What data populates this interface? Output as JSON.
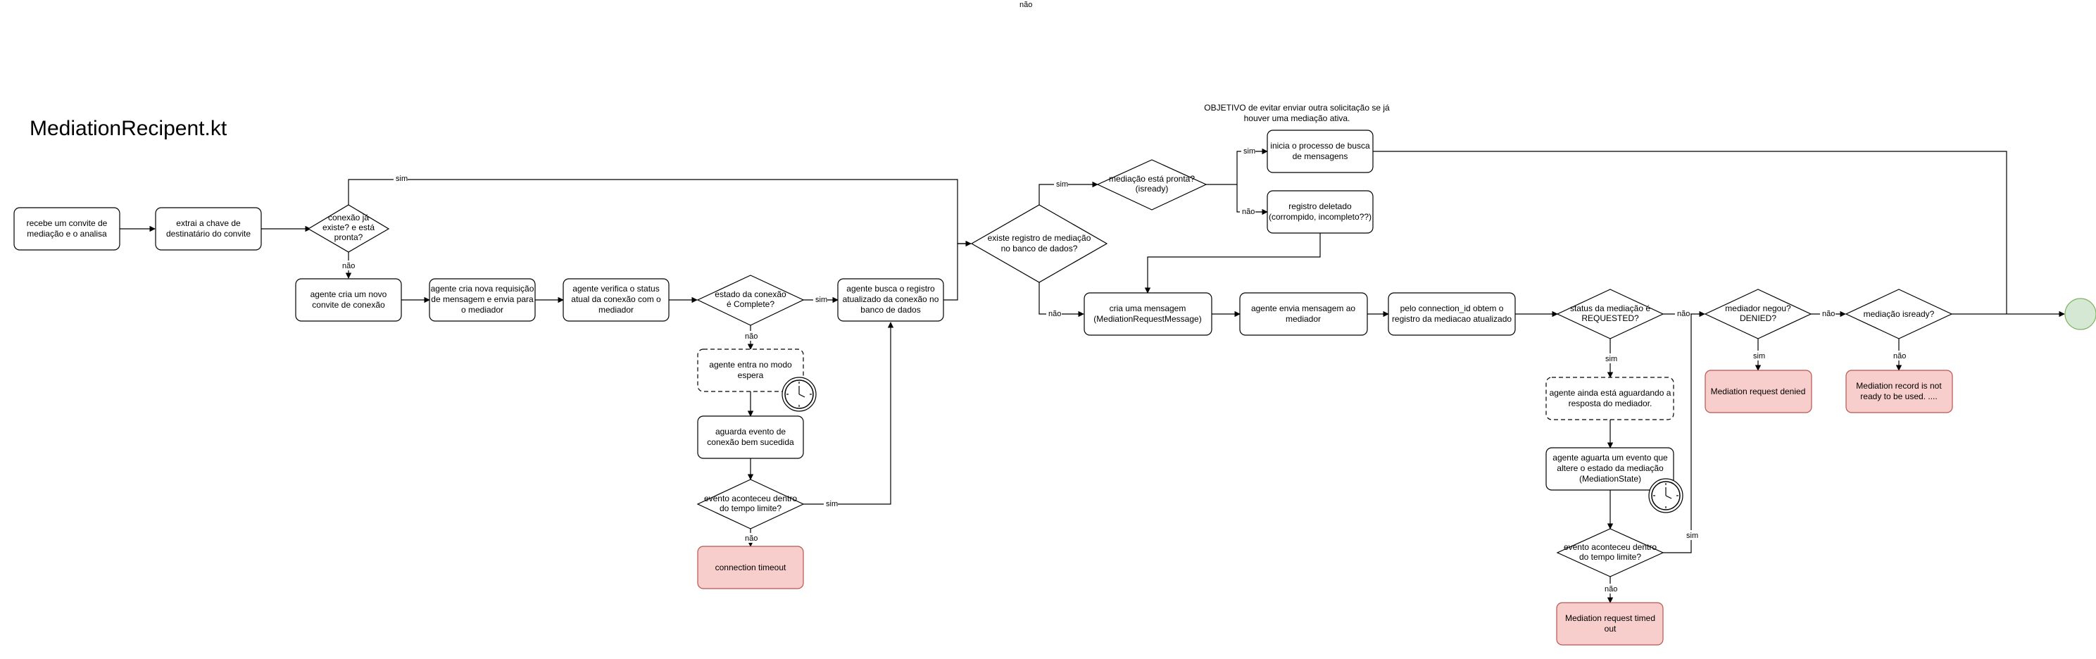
{
  "title": "MediationRecipent.kt",
  "top_label": "não",
  "note": [
    "OBJETIVO de evitar enviar outra solicitação se já",
    "houver uma mediação ativa."
  ],
  "colors": {
    "stroke": "#000000",
    "fill": "#ffffff",
    "error_fill": "#f8cecc",
    "error_stroke": "#b85450",
    "end_fill": "#d5e8d4",
    "end_stroke": "#82b366"
  },
  "icons": {
    "clock": "clock-icon"
  },
  "nodes": {
    "n1": [
      "recebe um convite de",
      "mediação e o analisa"
    ],
    "n2": [
      "extrai a chave de",
      "destinatário do convite"
    ],
    "d1": [
      "conexão já",
      "existe? e está",
      "pronta?"
    ],
    "n3": [
      "agente cria um novo",
      "convite de conexão"
    ],
    "n4": [
      "agente cria nova requisição",
      "de mensagem e envia para",
      "o mediador"
    ],
    "n5": [
      "agente verifica o status",
      "atual da conexão com o",
      "mediador"
    ],
    "d2": [
      "estado da conexão",
      "é Complete?"
    ],
    "n6": [
      "agente entra no modo",
      "espera"
    ],
    "n7": [
      "aguarda evento de",
      "conexão bem sucedida"
    ],
    "d3": [
      "evento aconteceu dentro",
      "do tempo limite?"
    ],
    "e1": [
      "connection timeout"
    ],
    "n8": [
      "agente busca o registro",
      "atualizado da conexão no",
      "banco de dados"
    ],
    "d4": [
      "existe registro de mediação",
      "no banco de dados?"
    ],
    "d5": [
      "mediação está pronta?",
      "(isready)"
    ],
    "n9": [
      "inicia o processo de busca",
      "de mensagens"
    ],
    "n10": [
      "registro deletado",
      "(corrompido, incompleto??)"
    ],
    "n11": [
      "cria uma mensagem",
      "(MediationRequestMessage)"
    ],
    "n12": [
      "agente envia mensagem ao",
      "mediador"
    ],
    "n13": [
      "pelo connection_id  obtem o",
      "registro da mediacao atualizado"
    ],
    "d6": [
      "status da mediação é",
      "REQUESTED?"
    ],
    "n14": [
      "agente ainda está aguardando a",
      "resposta do mediador."
    ],
    "n15": [
      "agente aguarta um evento que",
      "altere o estado da mediação",
      "(MediationState)"
    ],
    "d7": [
      "evento aconteceu dentro",
      "do tempo limite?"
    ],
    "e2": [
      "Mediation request timed",
      "out"
    ],
    "d8": [
      "mediador negou?",
      "DENIED?"
    ],
    "e3": [
      "Mediation request denied"
    ],
    "d9": [
      "mediação isready?"
    ],
    "e4": [
      "Mediation record is not",
      "ready to be used. ...."
    ]
  },
  "labels": {
    "sim": "sim",
    "nao": "não"
  }
}
